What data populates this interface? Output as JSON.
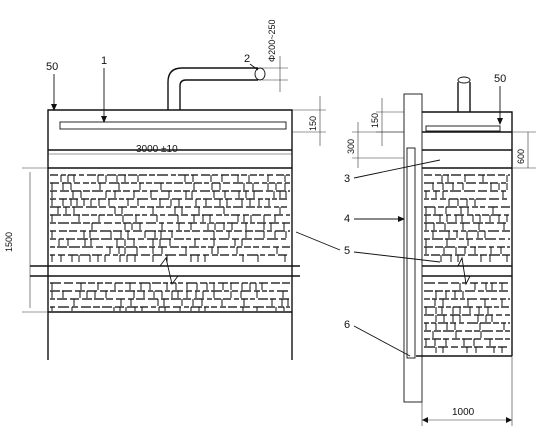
{
  "labels": {
    "callout_1": "1",
    "callout_2": "2",
    "callout_3": "3",
    "callout_4": "4",
    "callout_5": "5",
    "callout_6": "6",
    "dim_50_front": "50",
    "dim_50_side": "50",
    "dim_pipe_dia": "Φ200~250",
    "dim_150_front": "150",
    "dim_150_side": "150",
    "dim_300": "300",
    "dim_600": "600",
    "dim_width": "3000 ±10",
    "dim_height": "1500",
    "dim_depth": "1000"
  },
  "colors": {
    "ink": "#111111",
    "background": "#ffffff"
  }
}
